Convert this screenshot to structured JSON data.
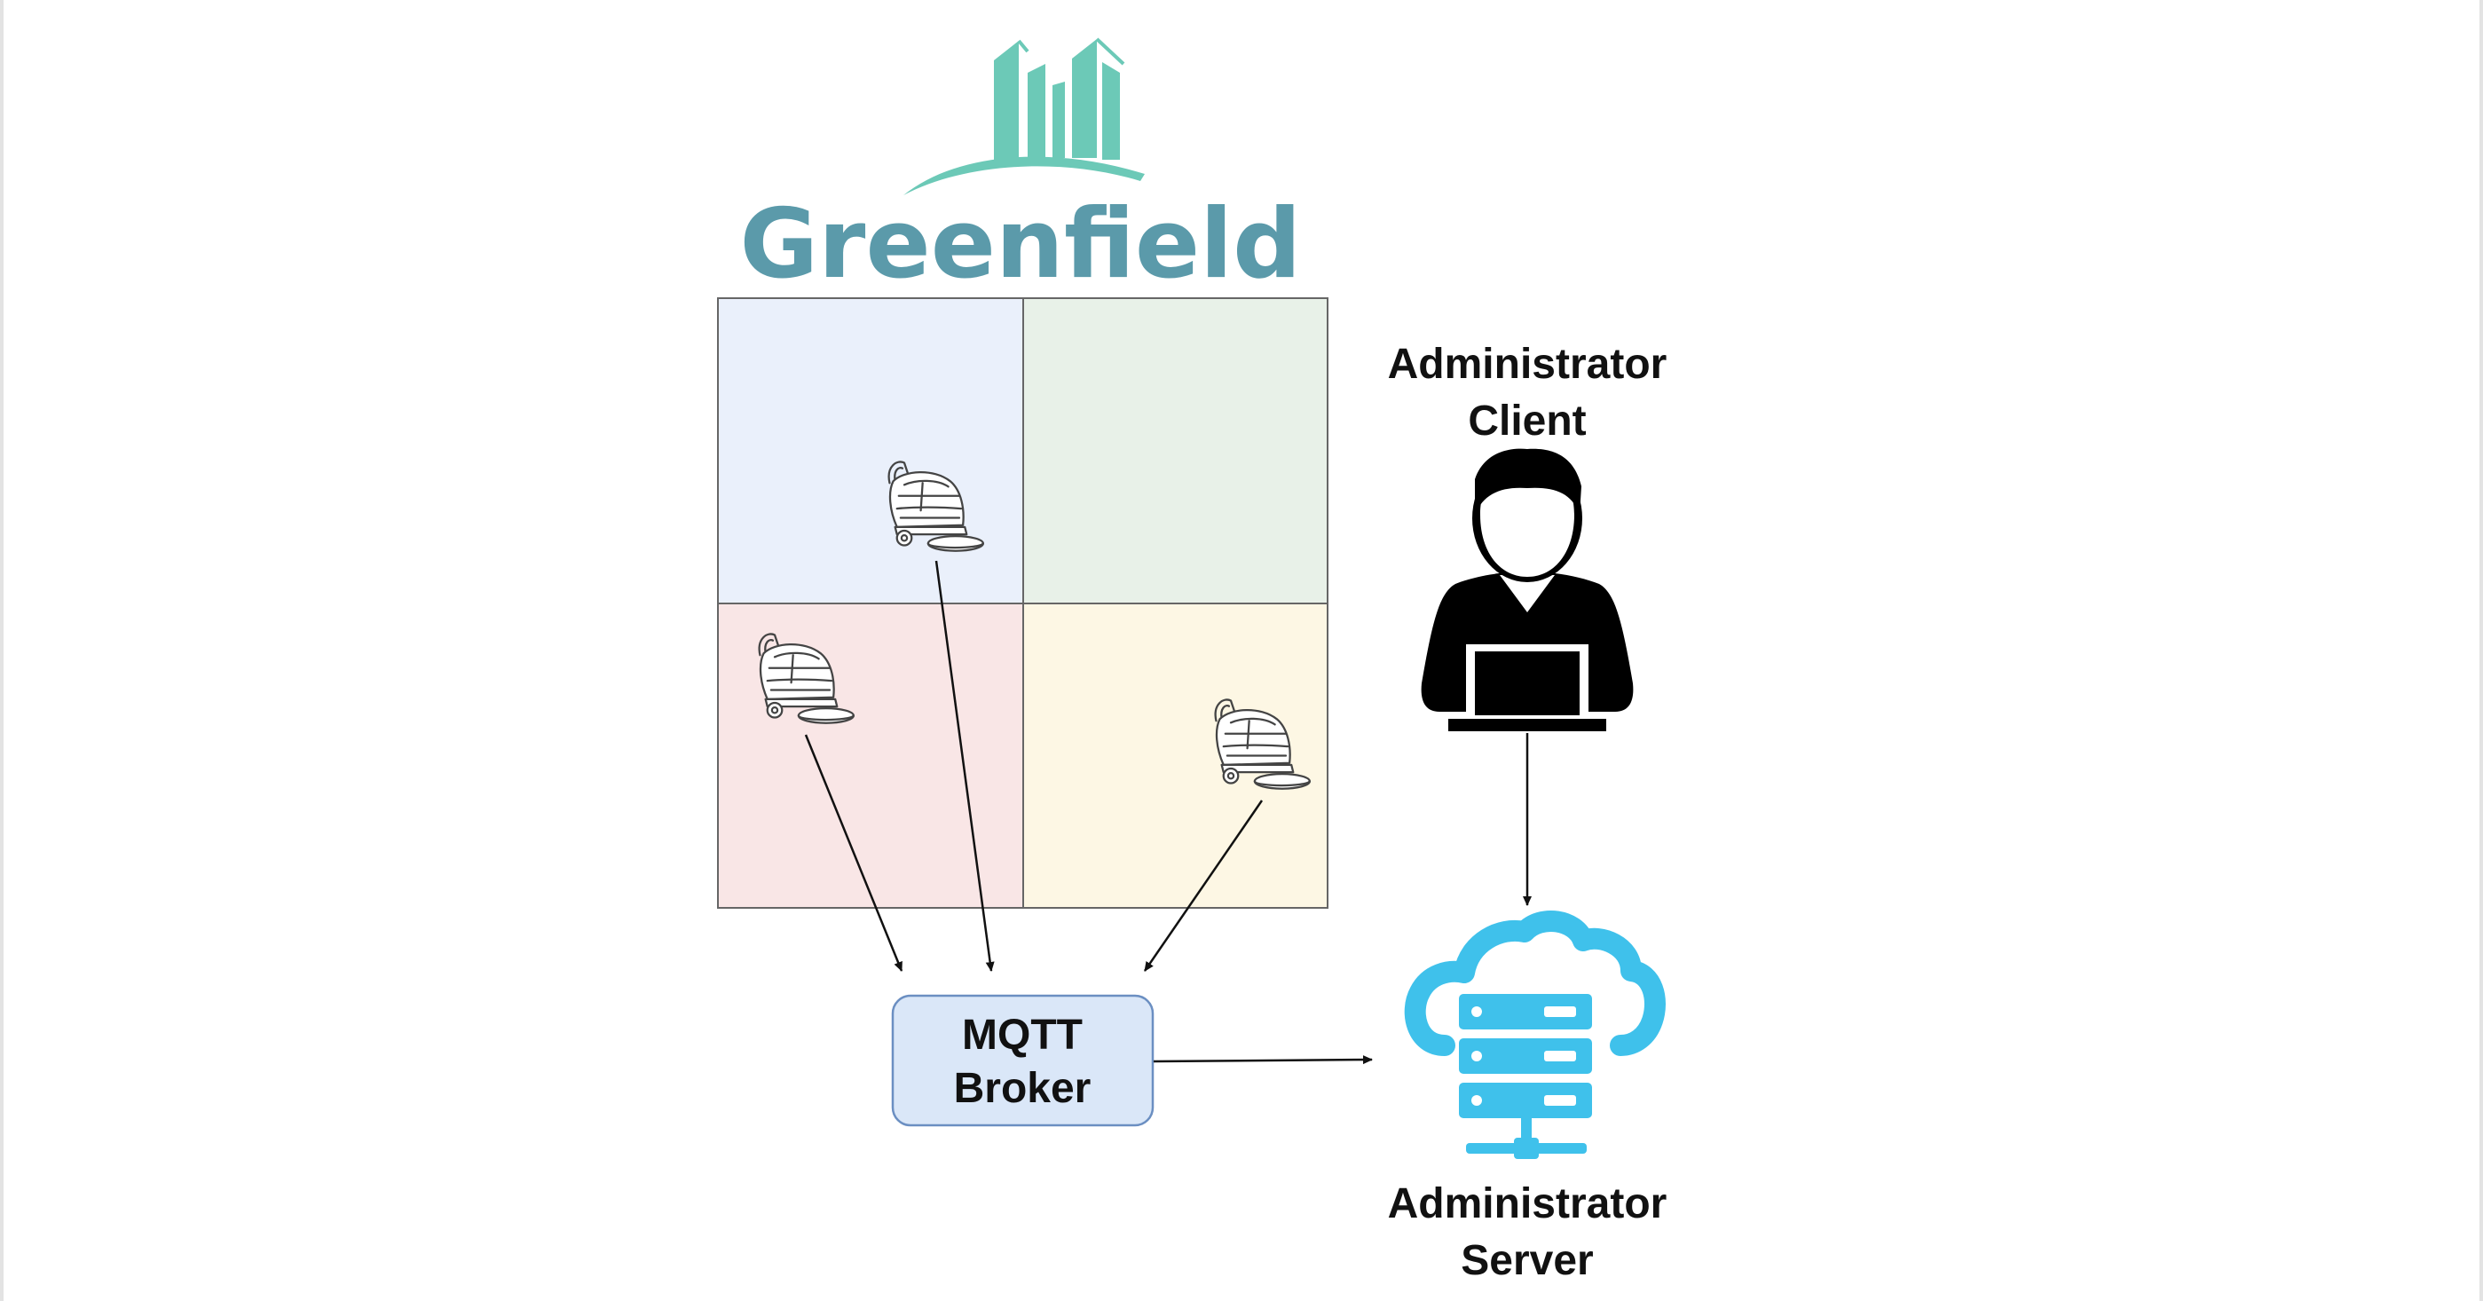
{
  "logo": {
    "text": "Greenfield",
    "text_color": "#5b9aaa",
    "mark_color": "#6cc9b7"
  },
  "districts": [
    {
      "id": "district-1",
      "fill": "#eaf0fb"
    },
    {
      "id": "district-2",
      "fill": "#e8f1e8"
    },
    {
      "id": "district-3",
      "fill": "#f9e6e6"
    },
    {
      "id": "district-4",
      "fill": "#fdf7e4"
    }
  ],
  "broker": {
    "line1": "MQTT",
    "line2": "Broker",
    "fill": "#dae7f8",
    "stroke": "#6b8fc2"
  },
  "admin_client": {
    "line1": "Administrator",
    "line2": "Client",
    "icon": "user-with-laptop-icon"
  },
  "admin_server": {
    "line1": "Administrator",
    "line2": "Server",
    "icon": "cloud-server-icon",
    "color": "#3fc1eb"
  },
  "robot_icon": "floor-cleaning-robot-icon"
}
